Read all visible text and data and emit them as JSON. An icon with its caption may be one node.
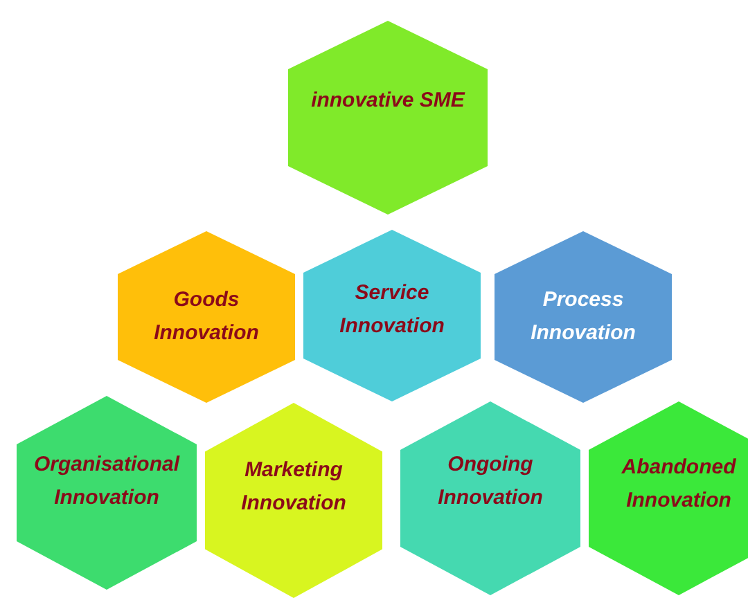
{
  "diagram": {
    "nodes": [
      {
        "text": [
          "innovative SME"
        ]
      },
      {
        "text": [
          "Goods Innovation"
        ]
      },
      {
        "text": [
          "Service Innovation"
        ]
      },
      {
        "text": [
          "Process Innovation"
        ]
      },
      {
        "text": [
          "Organisational Innovation"
        ]
      },
      {
        "text": [
          "Marketing Innovation"
        ]
      },
      {
        "text": [
          "Ongoing Innovation"
        ]
      },
      {
        "text": [
          "Abandoned Innovation"
        ]
      }
    ]
  }
}
